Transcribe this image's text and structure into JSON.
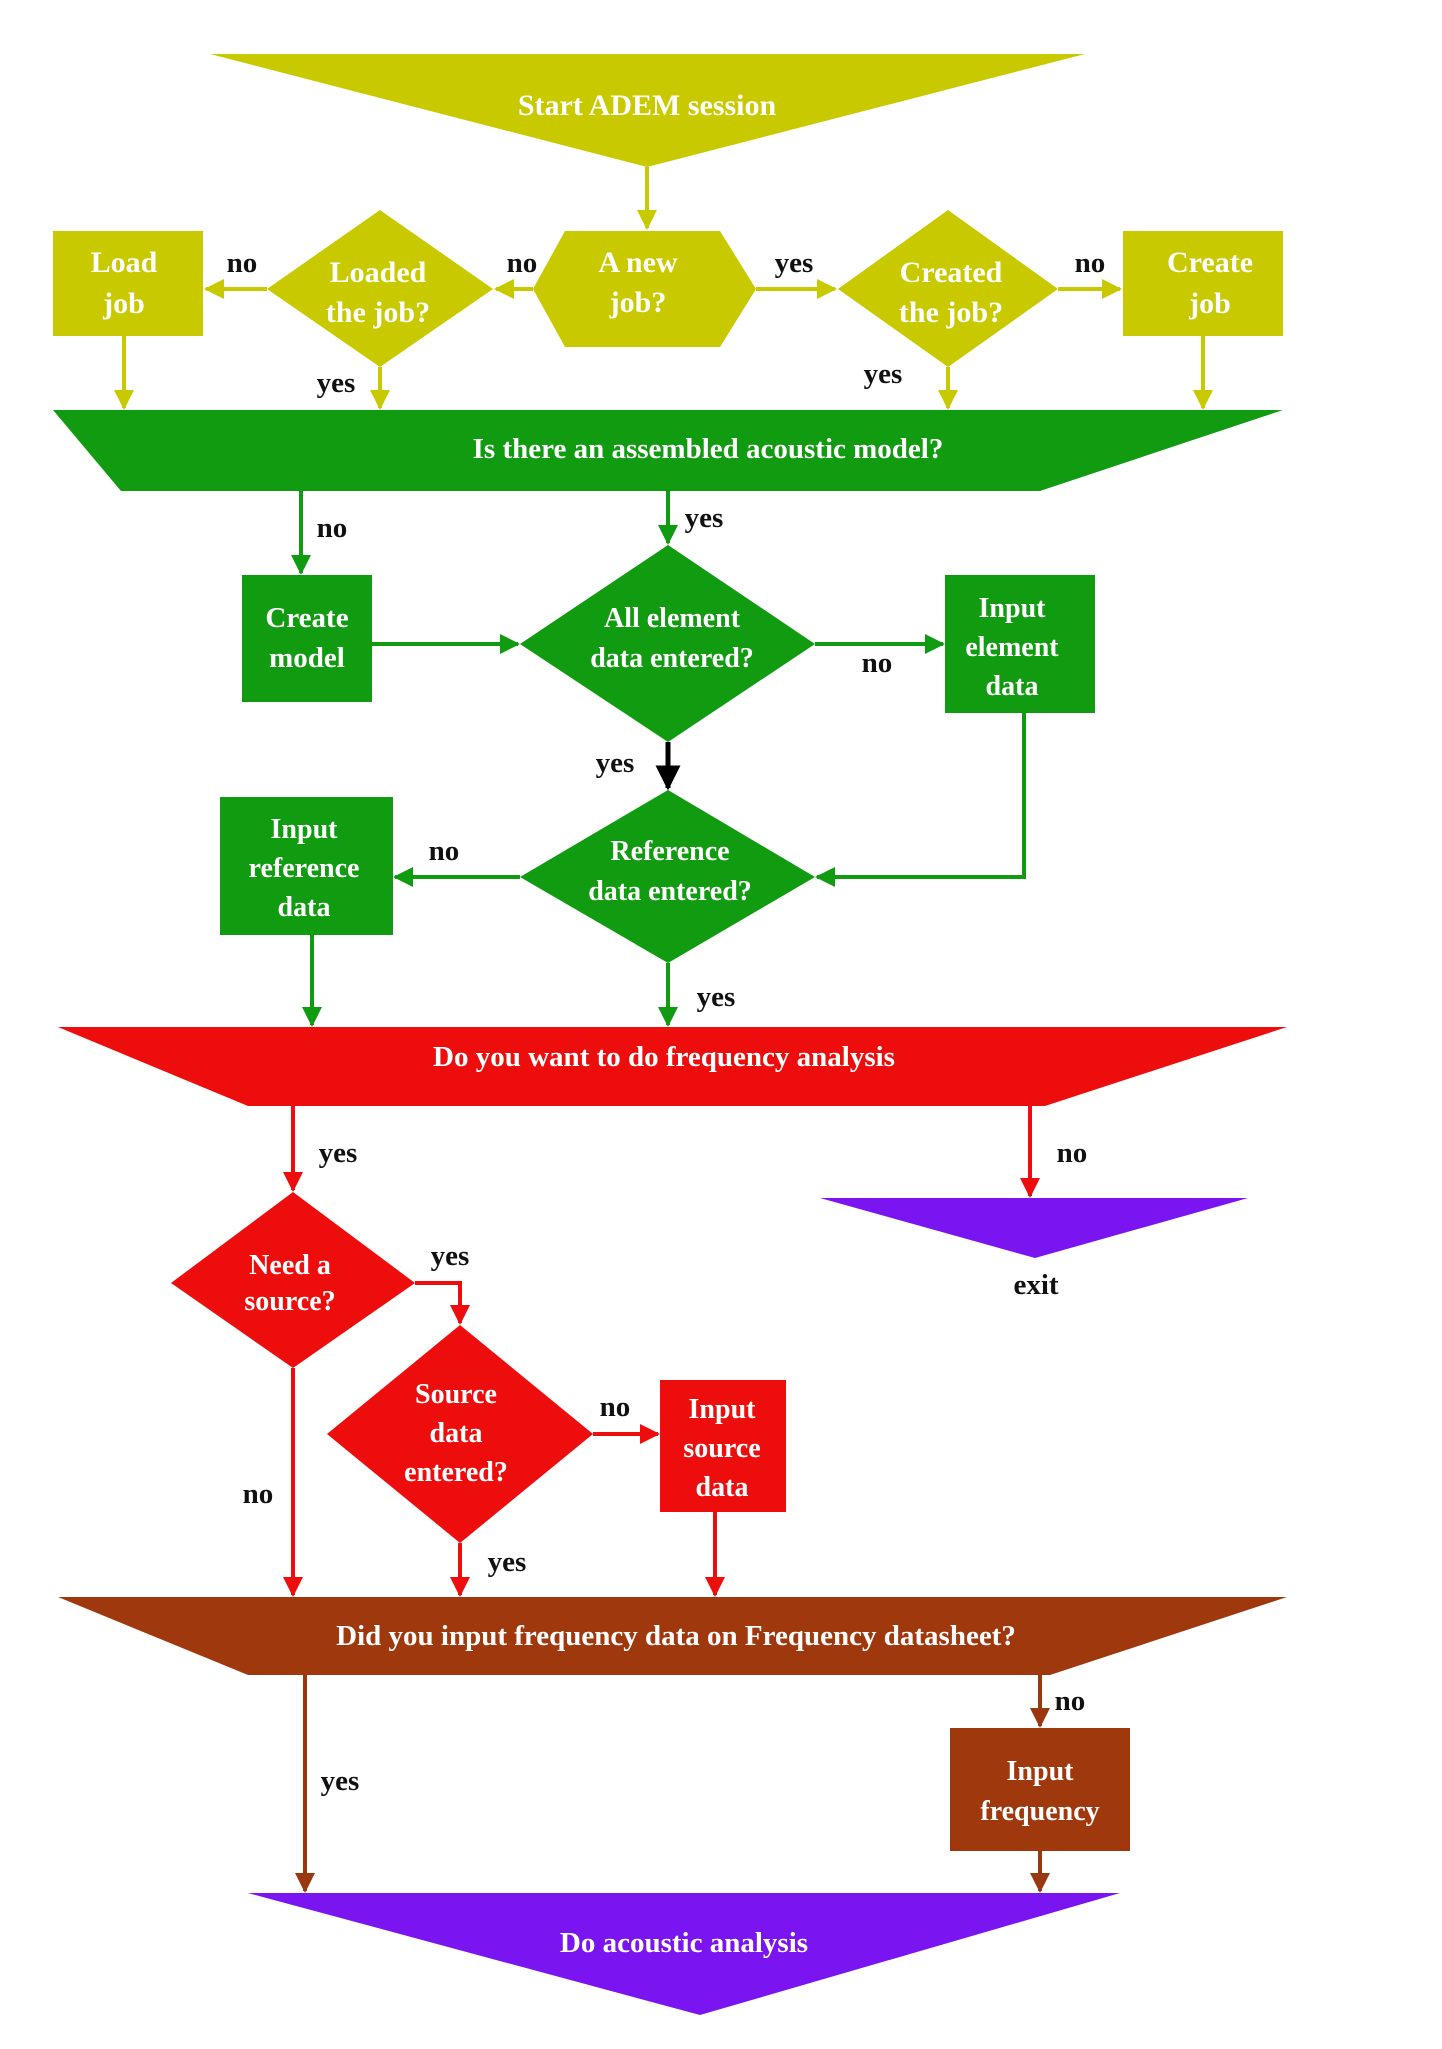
{
  "colors": {
    "yellow": "#c9c900",
    "green": "#119b11",
    "red": "#ee0d0d",
    "brown": "#a0380e",
    "purple": "#7a14f0",
    "yellow_line": "#c9c900",
    "green_line": "#119b11",
    "red_line": "#ee0d0d",
    "brown_line": "#9a3810",
    "black_line": "#000000"
  },
  "nodes": {
    "start": [
      "Start ADEM session"
    ],
    "load_job": [
      "Load",
      "job"
    ],
    "loaded_job": [
      "Loaded",
      "the job?"
    ],
    "new_job": [
      "A new",
      "job?"
    ],
    "created_job": [
      "Created",
      "the job?"
    ],
    "create_job": [
      "Create",
      "job"
    ],
    "assembled_model": [
      "Is there an assembled acoustic model?"
    ],
    "create_model": [
      "Create",
      "model"
    ],
    "element_data_q": [
      "All element",
      "data entered?"
    ],
    "input_element": [
      "Input",
      "element",
      "data"
    ],
    "reference_q": [
      "Reference",
      "data entered?"
    ],
    "input_reference": [
      "Input",
      "reference",
      "data"
    ],
    "frequency_q": [
      "Do you want to do frequency analysis"
    ],
    "exit": [
      "exit"
    ],
    "need_source": [
      "Need a",
      "source?"
    ],
    "source_entered": [
      "Source",
      "data",
      "entered?"
    ],
    "input_source": [
      "Input",
      "source",
      "data"
    ],
    "freq_datasheet": [
      "Did you input frequency data on Frequency datasheet?"
    ],
    "input_frequency": [
      "Input",
      "frequency"
    ],
    "acoustic": [
      "Do acoustic analysis"
    ]
  },
  "edge_labels": {
    "loaded_no": "no",
    "new_no": "no",
    "new_yes": "yes",
    "created_no": "no",
    "loaded_yes": "yes",
    "created_yes": "yes",
    "model_no": "no",
    "model_yes": "yes",
    "element_no": "no",
    "element_yes": "yes",
    "reference_no": "no",
    "reference_yes": "yes",
    "freq_yes": "yes",
    "freq_no": "no",
    "need_yes": "yes",
    "need_no": "no",
    "source_no": "no",
    "source_yes": "yes",
    "datasheet_no": "no",
    "datasheet_yes": "yes"
  }
}
